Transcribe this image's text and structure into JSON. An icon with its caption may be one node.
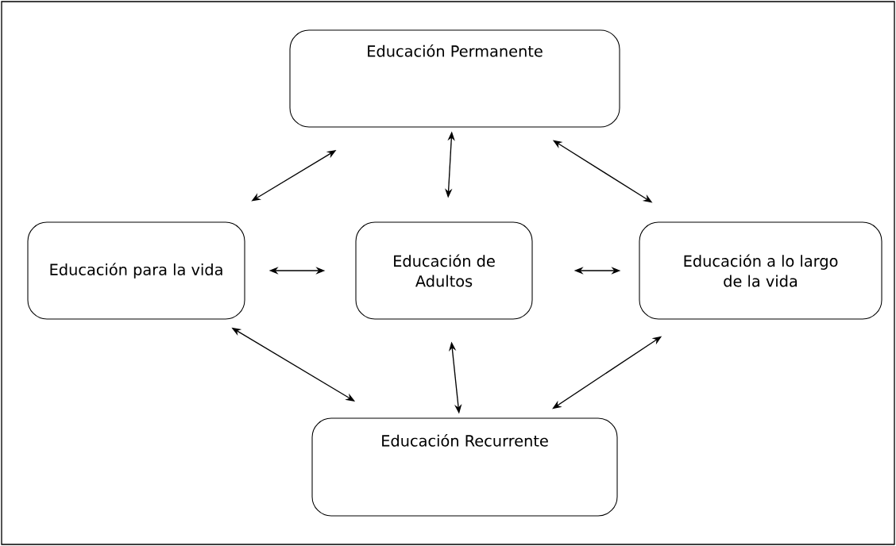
{
  "diagram": {
    "nodes": [
      {
        "text": [
          "Educación Permanente"
        ]
      },
      {
        "text": [
          "Educación para la vida"
        ]
      },
      {
        "text": [
          "Educación de Adultos"
        ]
      },
      {
        "text": [
          "Educación a lo largo de la vida"
        ]
      },
      {
        "text": [
          "Educación Recurrente"
        ]
      }
    ],
    "edges": [
      {
        "from": 0,
        "to": 1,
        "arrow": "both"
      },
      {
        "from": 0,
        "to": 3,
        "arrow": "both"
      },
      {
        "from": 0,
        "to": 2,
        "arrow": "both"
      },
      {
        "from": 1,
        "to": 2,
        "arrow": "both"
      },
      {
        "from": 2,
        "to": 3,
        "arrow": "both"
      },
      {
        "from": 1,
        "to": 4,
        "arrow": "both"
      },
      {
        "from": 2,
        "to": 4,
        "arrow": "both"
      },
      {
        "from": 3,
        "to": 4,
        "arrow": "both"
      }
    ]
  }
}
